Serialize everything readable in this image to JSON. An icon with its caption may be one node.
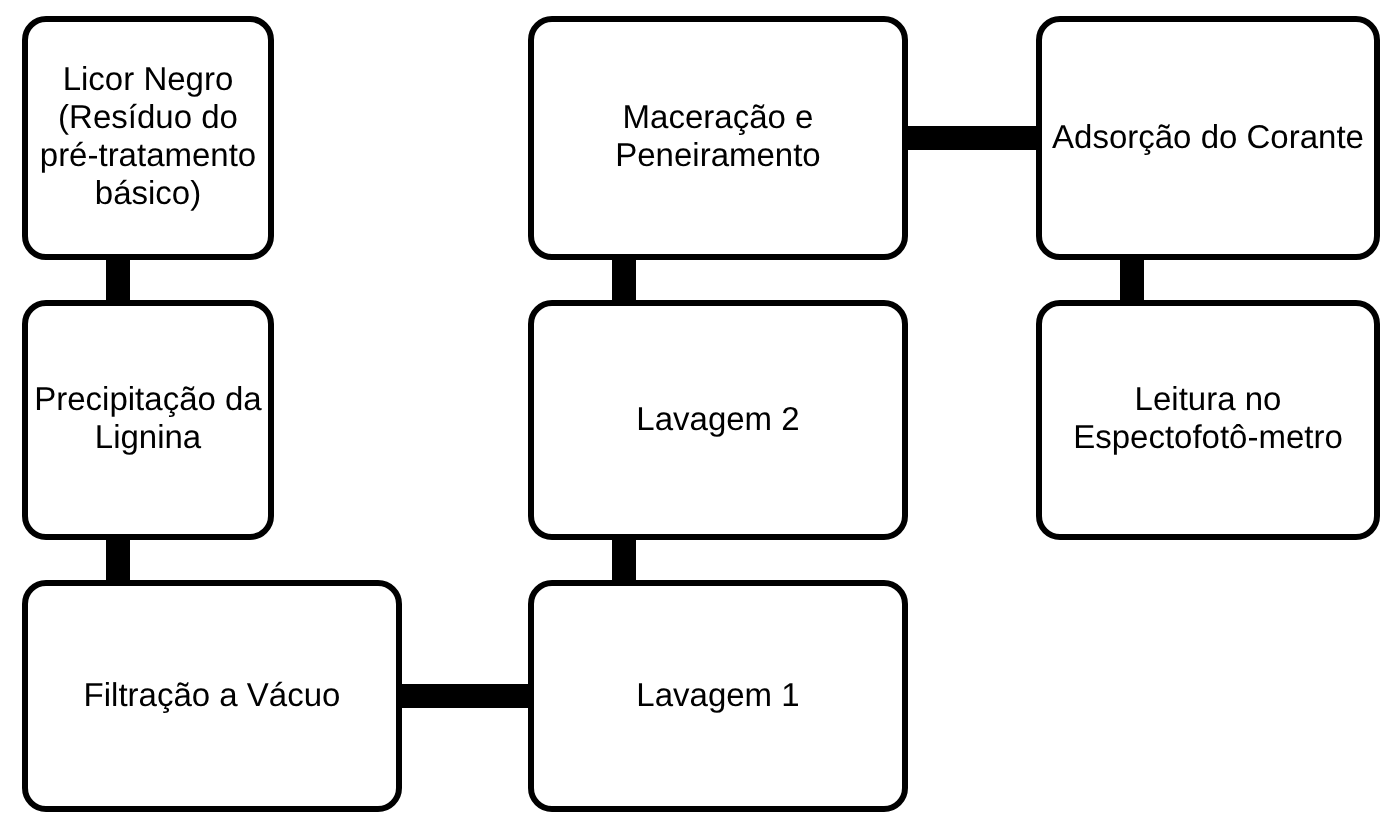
{
  "diagram": {
    "nodes": [
      {
        "text": [
          "Licor Negro (Resíduo do pré-tratamento básico)"
        ]
      },
      {
        "text": [
          "Precipitação da Lignina"
        ]
      },
      {
        "text": [
          "Filtração a Vácuo"
        ]
      },
      {
        "text": [
          "Lavagem 1"
        ]
      },
      {
        "text": [
          "Lavagem 2"
        ]
      },
      {
        "text": [
          "Maceração e Peneiramento"
        ]
      },
      {
        "text": [
          "Adsorção do Corante"
        ]
      },
      {
        "text": [
          "Leitura no Espectofotô-metro"
        ]
      }
    ],
    "edges": [
      {
        "from": 0,
        "to": 1,
        "arrow": "none"
      },
      {
        "from": 1,
        "to": 2,
        "arrow": "none"
      },
      {
        "from": 2,
        "to": 3,
        "arrow": "none"
      },
      {
        "from": 3,
        "to": 4,
        "arrow": "none"
      },
      {
        "from": 4,
        "to": 5,
        "arrow": "none"
      },
      {
        "from": 5,
        "to": 6,
        "arrow": "none"
      },
      {
        "from": 6,
        "to": 7,
        "arrow": "none"
      }
    ]
  }
}
